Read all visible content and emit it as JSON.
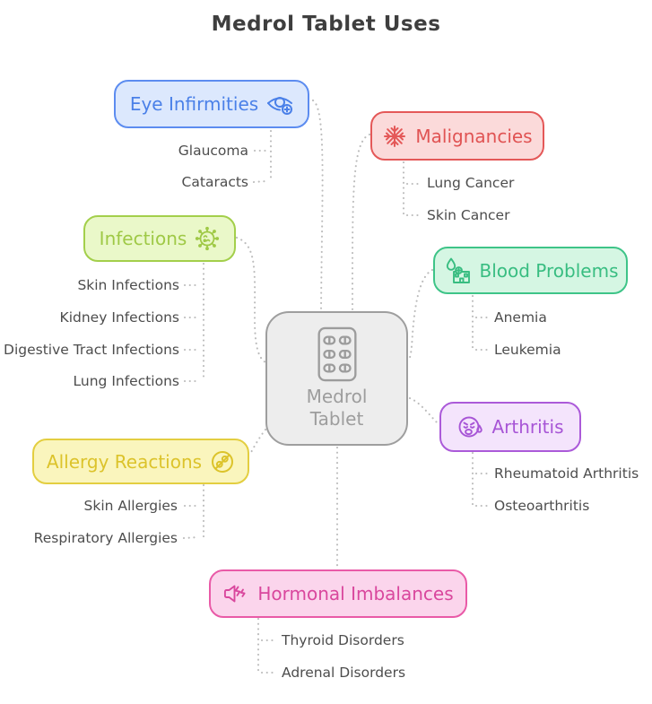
{
  "title": "Medrol Tablet Uses",
  "center_node": {
    "label_line1": "Medrol",
    "label_line2": "Tablet",
    "icon": "pill-blister-icon",
    "fill": "#ededed",
    "border": "#9e9e9e",
    "text_color": "#9d9d9d"
  },
  "branches": [
    {
      "label": "Eye Infirmities",
      "icon": "eye-plus-icon",
      "fill": "#dce8fd",
      "border": "#5c8cf0",
      "text_color": "#4a80e8",
      "children": [
        "Glaucoma",
        "Cataracts"
      ]
    },
    {
      "label": "Malignancies",
      "icon": "cancer-cell-icon",
      "fill": "#fbdada",
      "border": "#e45858",
      "text_color": "#e05353",
      "children": [
        "Lung Cancer",
        "Skin Cancer"
      ]
    },
    {
      "label": "Infections",
      "icon": "virus-icon",
      "fill": "#eaf8c9",
      "border": "#a3cf4b",
      "text_color": "#9fc946",
      "children": [
        "Skin Infections",
        "Kidney Infections",
        "Digestive Tract Infections",
        "Lung Infections"
      ]
    },
    {
      "label": "Blood Problems",
      "icon": "blood-drop-bank-icon",
      "fill": "#d5f6e3",
      "border": "#3ec488",
      "text_color": "#38bd81",
      "children": [
        "Anemia",
        "Leukemia"
      ]
    },
    {
      "label": "Allergy Reactions",
      "icon": "no-allergen-icon",
      "fill": "#faf5bd",
      "border": "#e3ce40",
      "text_color": "#dcc32b",
      "children": [
        "Skin Allergies",
        "Respiratory Allergies"
      ]
    },
    {
      "label": "Arthritis",
      "icon": "crying-face-icon",
      "fill": "#f4e4fc",
      "border": "#ab5ad9",
      "text_color": "#a755d6",
      "children": [
        "Rheumatoid Arthritis",
        "Osteoarthritis"
      ]
    },
    {
      "label": "Hormonal Imbalances",
      "icon": "megaphone-icon",
      "fill": "#fbd5ec",
      "border": "#e95aa7",
      "text_color": "#d9479d",
      "children": [
        "Thyroid Disorders",
        "Adrenal Disorders"
      ]
    }
  ],
  "connector_color": "#bcbcbc",
  "child_text_color": "#4d4d4d",
  "title_color": "#3e3e3e"
}
